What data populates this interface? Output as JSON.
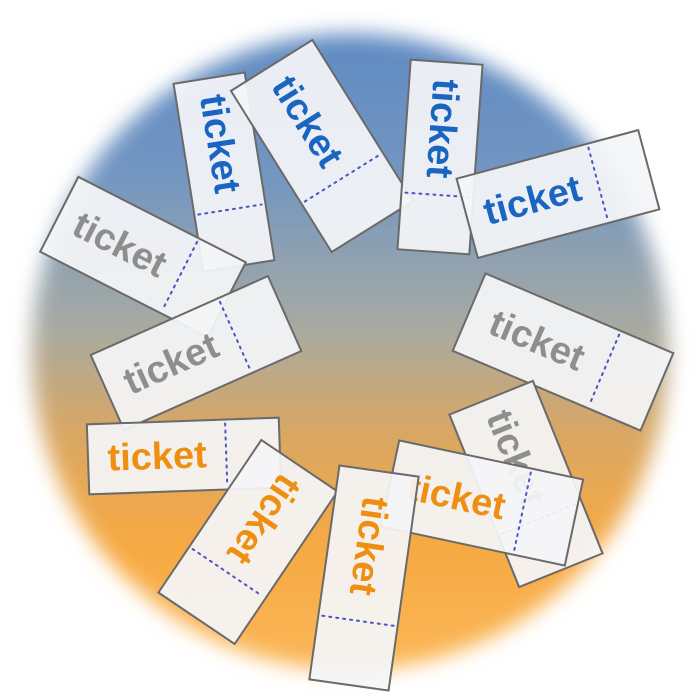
{
  "colors": {
    "background": "#ffffff",
    "sky_blue": "#5f8ac0",
    "mid_gray": "#a6a49c",
    "orange": "#f8a838",
    "ticket_fill": "#f4f5f8",
    "ticket_border": "#6a6a6a",
    "perforation": "#4a55c4",
    "text_blue": "#1a64c2",
    "text_gray": "#8e8e8e",
    "text_orange": "#ef8f12"
  },
  "tickets": [
    {
      "label": "ticket",
      "tone": "blue"
    },
    {
      "label": "ticket",
      "tone": "blue"
    },
    {
      "label": "ticket",
      "tone": "blue"
    },
    {
      "label": "ticket",
      "tone": "blue"
    },
    {
      "label": "ticket",
      "tone": "gray"
    },
    {
      "label": "ticket",
      "tone": "gray"
    },
    {
      "label": "ticket",
      "tone": "gray"
    },
    {
      "label": "ticket",
      "tone": "gray"
    },
    {
      "label": "ticket",
      "tone": "orange"
    },
    {
      "label": "ticket",
      "tone": "orange"
    },
    {
      "label": "ticket",
      "tone": "orange"
    },
    {
      "label": "ticket",
      "tone": "orange"
    }
  ]
}
